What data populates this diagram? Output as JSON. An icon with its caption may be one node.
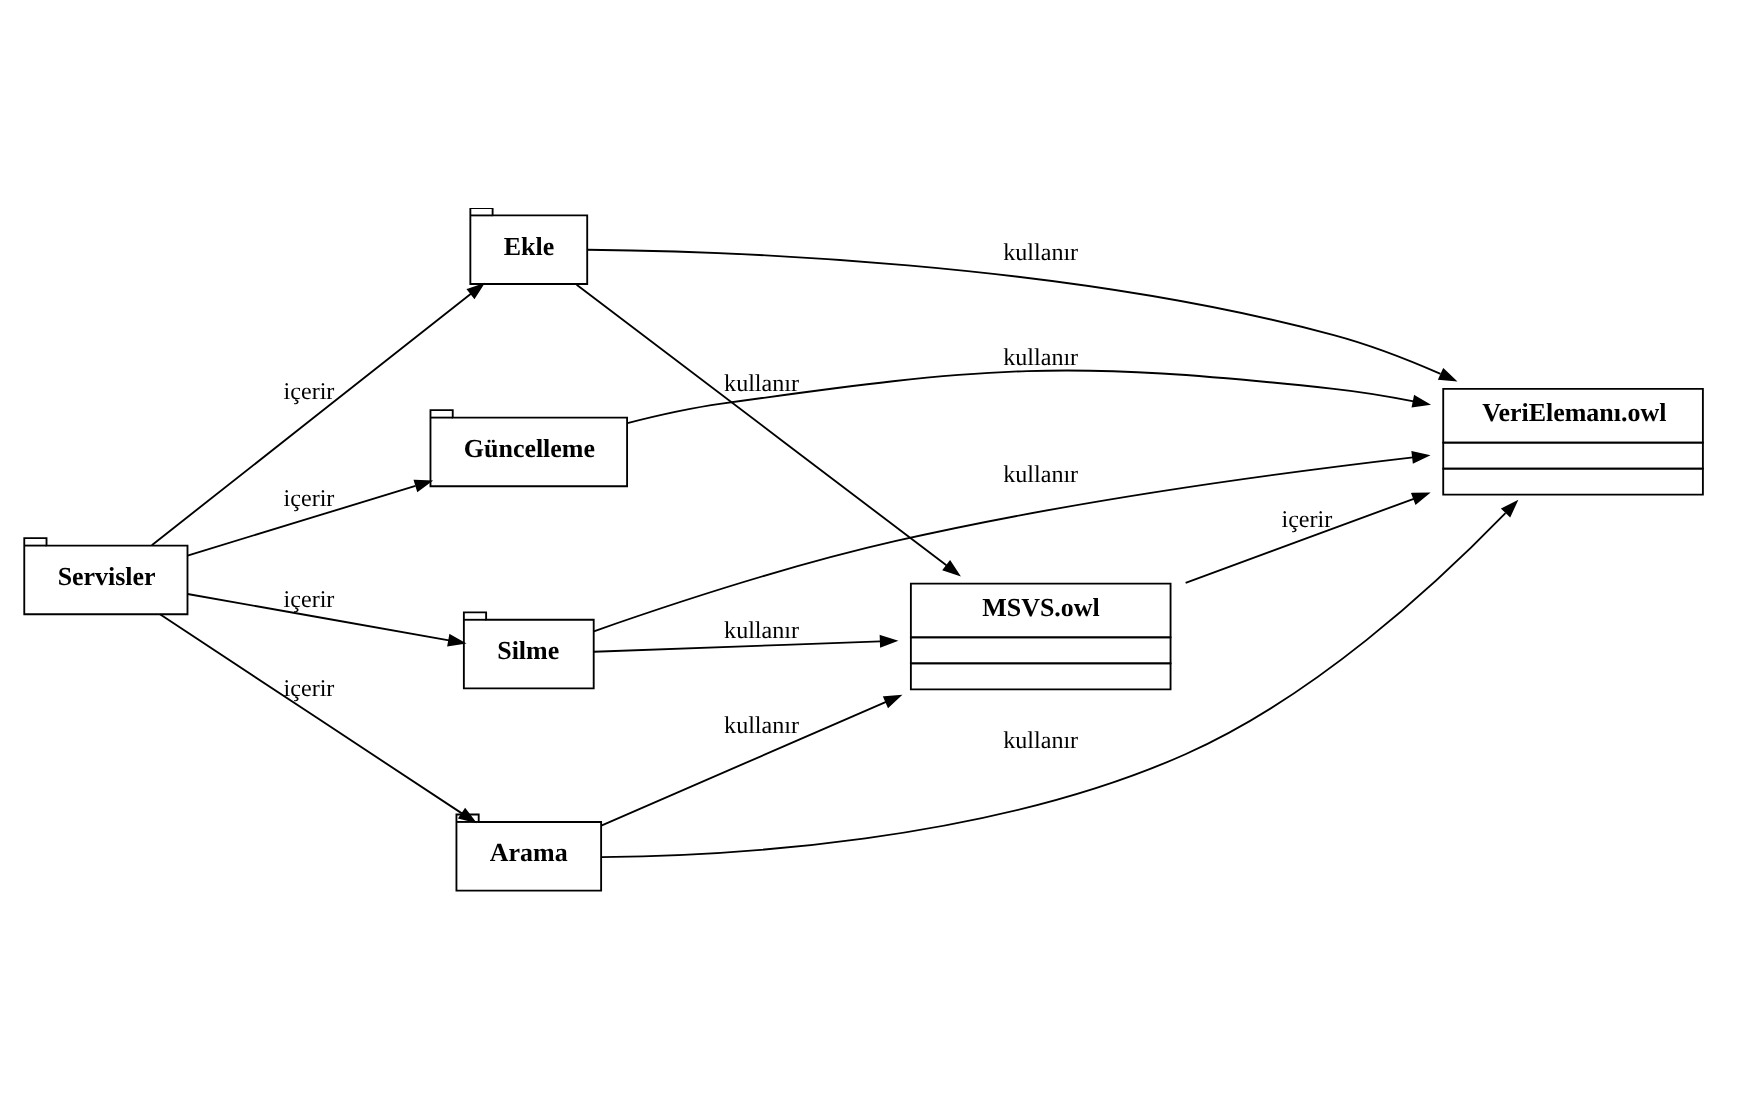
{
  "diagram": {
    "nodes": [
      {
        "text": [
          "Servisler"
        ]
      },
      {
        "text": [
          "Ekle"
        ]
      },
      {
        "text": [
          "Güncelleme"
        ]
      },
      {
        "text": [
          "Silme"
        ]
      },
      {
        "text": [
          "Arama"
        ]
      },
      {
        "text": [
          "MSVS.owl"
        ]
      },
      {
        "text": [
          "VeriElemanı.owl"
        ]
      }
    ],
    "edges": [
      {
        "from": 0,
        "to": 1,
        "arrow": "to",
        "label": "içerir"
      },
      {
        "from": 0,
        "to": 2,
        "arrow": "to",
        "label": "içerir"
      },
      {
        "from": 0,
        "to": 3,
        "arrow": "to",
        "label": "içerir"
      },
      {
        "from": 0,
        "to": 4,
        "arrow": "to",
        "label": "içerir"
      },
      {
        "from": 1,
        "to": 5,
        "arrow": "to",
        "label": "kullanır"
      },
      {
        "from": 3,
        "to": 5,
        "arrow": "to",
        "label": "kullanır"
      },
      {
        "from": 4,
        "to": 5,
        "arrow": "to",
        "label": "kullanır"
      },
      {
        "from": 1,
        "to": 6,
        "arrow": "to",
        "label": "kullanır"
      },
      {
        "from": 2,
        "to": 6,
        "arrow": "to",
        "label": "kullanır"
      },
      {
        "from": 3,
        "to": 6,
        "arrow": "to",
        "label": "kullanır"
      },
      {
        "from": 4,
        "to": 6,
        "arrow": "to",
        "label": "kullanır"
      },
      {
        "from": 5,
        "to": 6,
        "arrow": "to",
        "label": "içerir"
      }
    ]
  }
}
